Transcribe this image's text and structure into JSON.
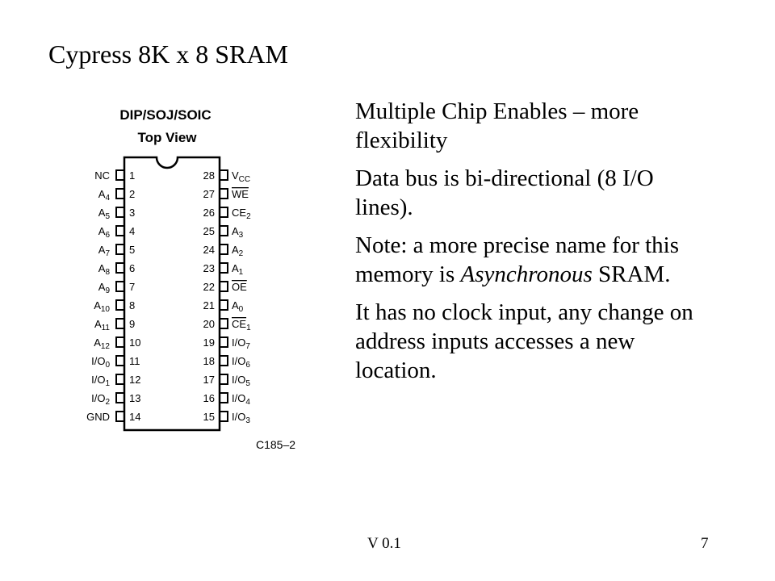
{
  "slide": {
    "title": "Cypress 8K x 8 SRAM",
    "footer_version": "V 0.1",
    "page_number": "7"
  },
  "chip": {
    "package_label": "DIP/SOJ/SOIC",
    "view_label": "Top View",
    "figure_id": "C185–2",
    "pins": [
      {
        "num": "1",
        "name": "NC"
      },
      {
        "num": "2",
        "name": "A",
        "sub": "4"
      },
      {
        "num": "3",
        "name": "A",
        "sub": "5"
      },
      {
        "num": "4",
        "name": "A",
        "sub": "6"
      },
      {
        "num": "5",
        "name": "A",
        "sub": "7"
      },
      {
        "num": "6",
        "name": "A",
        "sub": "8"
      },
      {
        "num": "7",
        "name": "A",
        "sub": "9"
      },
      {
        "num": "8",
        "name": "A",
        "sub": "10"
      },
      {
        "num": "9",
        "name": "A",
        "sub": "11"
      },
      {
        "num": "10",
        "name": "A",
        "sub": "12"
      },
      {
        "num": "11",
        "name": "I/O",
        "sub": "0"
      },
      {
        "num": "12",
        "name": "I/O",
        "sub": "1"
      },
      {
        "num": "13",
        "name": "I/O",
        "sub": "2"
      },
      {
        "num": "14",
        "name": "GND"
      },
      {
        "num": "15",
        "name": "I/O",
        "sub": "3"
      },
      {
        "num": "16",
        "name": "I/O",
        "sub": "4"
      },
      {
        "num": "17",
        "name": "I/O",
        "sub": "5"
      },
      {
        "num": "18",
        "name": "I/O",
        "sub": "6"
      },
      {
        "num": "19",
        "name": "I/O",
        "sub": "7"
      },
      {
        "num": "20",
        "name": "CE",
        "sub": "1",
        "overline": true
      },
      {
        "num": "21",
        "name": "A",
        "sub": "0"
      },
      {
        "num": "22",
        "name": "OE",
        "overline": true
      },
      {
        "num": "23",
        "name": "A",
        "sub": "1"
      },
      {
        "num": "24",
        "name": "A",
        "sub": "2"
      },
      {
        "num": "25",
        "name": "A",
        "sub": "3"
      },
      {
        "num": "26",
        "name": "CE",
        "sub": "2"
      },
      {
        "num": "27",
        "name": "WE",
        "overline": true
      },
      {
        "num": "28",
        "name": "V",
        "sub": "CC"
      }
    ]
  },
  "bullets": {
    "b1": "Multiple Chip Enables – more flexibility",
    "b2": "Data bus is bi-directional (8 I/O lines).",
    "b3_pre": "Note: a more precise name for this memory is ",
    "b3_em": "Asynchronous",
    "b3_post": " SRAM.",
    "b4": "It has no clock input, any change on address inputs accesses a new location."
  }
}
